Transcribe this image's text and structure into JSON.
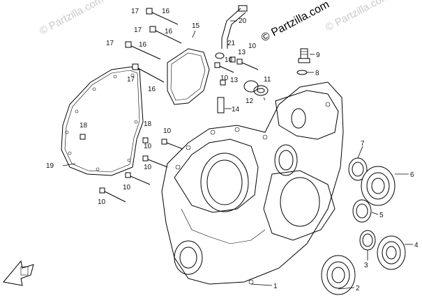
{
  "watermarks": {
    "top_left": "© Partzilla.com",
    "top_center": "© Partzilla.com",
    "top_right": "© Partzilla.com"
  },
  "callouts": [
    {
      "id": "c1",
      "text": "1"
    },
    {
      "id": "c2",
      "text": "2"
    },
    {
      "id": "c3",
      "text": "3"
    },
    {
      "id": "c4",
      "text": "4"
    },
    {
      "id": "c5",
      "text": "5"
    },
    {
      "id": "c6",
      "text": "6"
    },
    {
      "id": "c7",
      "text": "7"
    },
    {
      "id": "c8",
      "text": "8"
    },
    {
      "id": "c9",
      "text": "9"
    },
    {
      "id": "c10a",
      "text": "10"
    },
    {
      "id": "c10b",
      "text": "10"
    },
    {
      "id": "c10c",
      "text": "10"
    },
    {
      "id": "c10d",
      "text": "10"
    },
    {
      "id": "c10e",
      "text": "10"
    },
    {
      "id": "c10f",
      "text": "10"
    },
    {
      "id": "c10g",
      "text": "10"
    },
    {
      "id": "c10h",
      "text": "10"
    },
    {
      "id": "c11",
      "text": "11"
    },
    {
      "id": "c12",
      "text": "12"
    },
    {
      "id": "c13a",
      "text": "13"
    },
    {
      "id": "c13b",
      "text": "13"
    },
    {
      "id": "c14",
      "text": "14"
    },
    {
      "id": "c15",
      "text": "15"
    },
    {
      "id": "c16a",
      "text": "16"
    },
    {
      "id": "c16b",
      "text": "16"
    },
    {
      "id": "c16c",
      "text": "16"
    },
    {
      "id": "c16d",
      "text": "16"
    },
    {
      "id": "c17a",
      "text": "17"
    },
    {
      "id": "c17b",
      "text": "17"
    },
    {
      "id": "c17c",
      "text": "17"
    },
    {
      "id": "c17d",
      "text": "17"
    },
    {
      "id": "c18a",
      "text": "18"
    },
    {
      "id": "c18b",
      "text": "18"
    },
    {
      "id": "c19",
      "text": "19"
    },
    {
      "id": "c20",
      "text": "20"
    },
    {
      "id": "c21",
      "text": "21"
    }
  ]
}
